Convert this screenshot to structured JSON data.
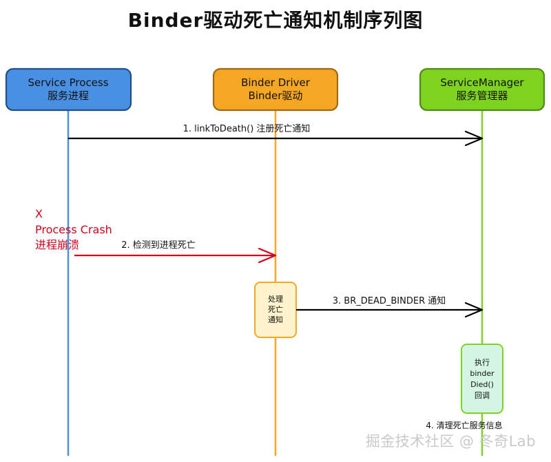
{
  "title": "Binder驱动死亡通知机制序列图",
  "participants": [
    {
      "line1": "Service Process",
      "line2": "服务进程",
      "fill": "#4a90e2",
      "stroke": "#1f4e8c",
      "lifeline": "#4a90e2"
    },
    {
      "line1": "Binder Driver",
      "line2": "Binder驱动",
      "fill": "#f5a623",
      "stroke": "#9c6a12",
      "lifeline": "#f5a623"
    },
    {
      "line1": "ServiceManager",
      "line2": "服务管理器",
      "fill": "#7ed321",
      "stroke": "#4e8a14",
      "lifeline": "#7ed321"
    }
  ],
  "messages": [
    {
      "label": "1. linkToDeath() 注册死亡通知",
      "color": "#000000"
    },
    {
      "label": "2. 检测到进程死亡",
      "color": "#d0021b"
    },
    {
      "label": "3. BR_DEAD_BINDER 通知",
      "color": "#000000"
    },
    {
      "label": "4. 清理死亡服务信息",
      "color": "#000000"
    }
  ],
  "crash": {
    "mark": "X",
    "line1": "Process Crash",
    "line2": "进程崩溃",
    "color": "#d0021b"
  },
  "activations": [
    {
      "lines": [
        "处理",
        "死亡",
        "通知"
      ],
      "fill": "#fff3cd",
      "stroke": "#f5a623"
    },
    {
      "lines": [
        "执行",
        "binder",
        "Died()",
        "回调"
      ],
      "fill": "#d4f5e4",
      "stroke": "#7ed321"
    }
  ],
  "watermark": "掘金技术社区 @ 冬奇Lab"
}
